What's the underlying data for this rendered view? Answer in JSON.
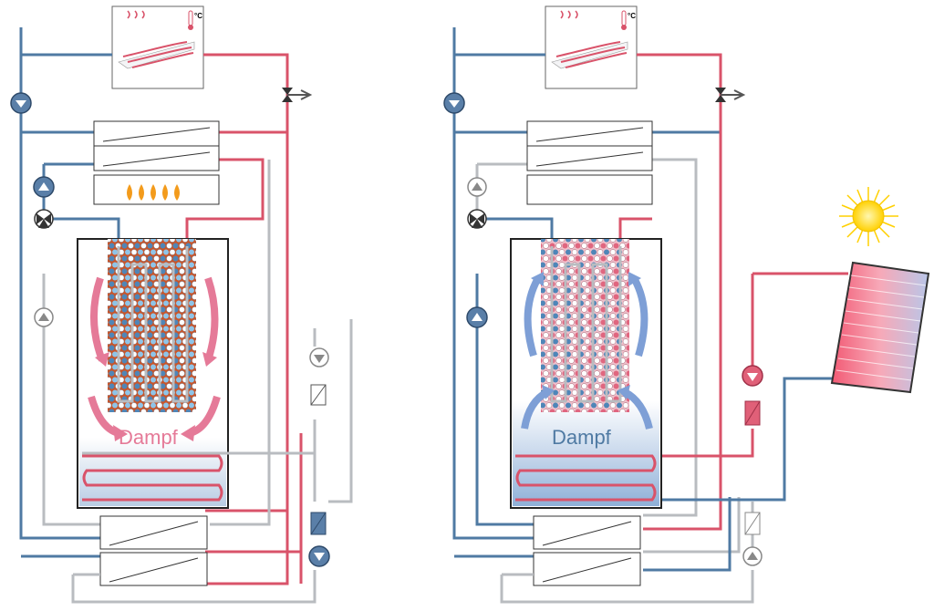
{
  "left": {
    "vapor_label": "Dampf",
    "room_temp_unit": "°C"
  },
  "right": {
    "vapor_label": "Dampf",
    "room_temp_unit": "°C"
  },
  "colors": {
    "hot": "#d9536a",
    "cold": "#4f7aa3",
    "grey": "#b9bcc0",
    "pink_arrow": "#e57a98",
    "blue_arrow": "#7e9fd6",
    "pump_blue": "#5a7fa8",
    "sun_yellow": "#ffd700",
    "flame": "#f39b1c"
  },
  "icons": {
    "sun": "sun-icon",
    "flame": "flame-icon",
    "pump": "pump-icon",
    "valve": "three-way-valve-icon",
    "thermometer": "thermometer-icon"
  }
}
